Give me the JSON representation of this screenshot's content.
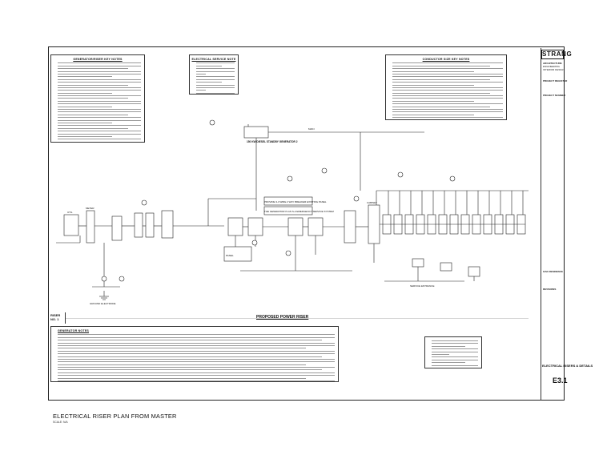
{
  "page": {
    "bottom_title": "ELECTRICAL RISER PLAN FROM MASTER",
    "bottom_scale": "SCALE: N/A"
  },
  "notes": {
    "general_riser_title": "GENERATOR/RISER KEY NOTES",
    "electrical_service_title": "ELECTRICAL SERVICE NOTE",
    "conductor_size_title": "CONDUCTOR SIZE KEY NOTES",
    "generator_notes_title": "GENERATOR NOTES"
  },
  "diagram": {
    "title": "PROPOSED POWER RISER",
    "riser_tag": "RISER NO. 1",
    "generator_label": "150 KW DIESEL STANDBY GENERATOR 2",
    "ats_label": "PROVIDE 3-3 WIRE 2 WAY BREAKER EXISTING PANEL",
    "new_gen_label": "THE GENERATOR IS AN S-2 EMERGENCY SERVICE SYSTEM",
    "main_label": "MAIN",
    "util_label": "UTIL",
    "meter_label": "METER",
    "cabinet_label": "CABINET",
    "panel_label": "PANEL",
    "ground_label": "GROUND ELECTRODE",
    "service_label": "SERVICE ENTRANCE"
  },
  "title_block": {
    "firm": "STRANG",
    "firm_lines": [
      "ARCHITECTURE",
      "ENGINEERING",
      "INTERIOR DESIGN"
    ],
    "project_title": "PROJECT REGISTER",
    "project_number": "PROJECT NUMBER",
    "sheet_title": "ELECTRICAL RISERS & DETAILS",
    "sheet_number": "E3.1",
    "owner": "OAK RESIDENCE",
    "issue_label": "REVISIONS"
  }
}
